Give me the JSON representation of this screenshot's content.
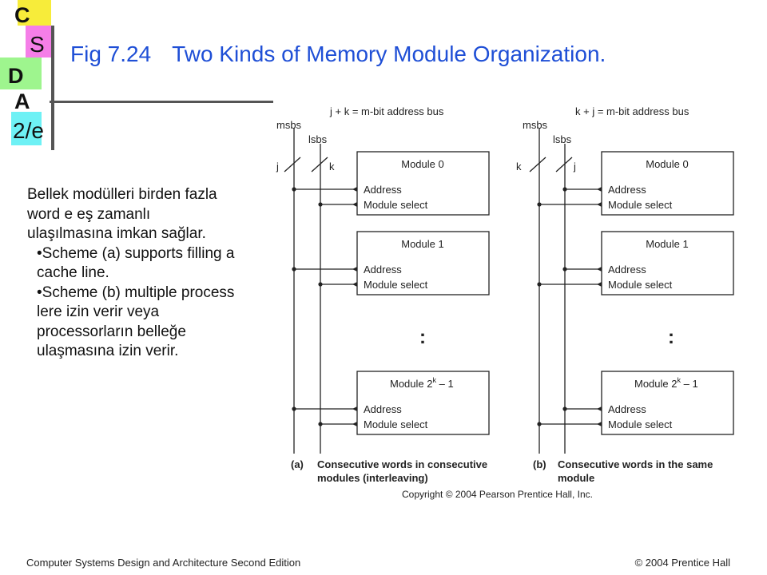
{
  "logo": {
    "letters": [
      "C",
      "S",
      "D",
      "A",
      "2/e"
    ],
    "colors": {
      "yellow": "#f7ec3a",
      "pink": "#f57ee8",
      "green": "#9ef58e",
      "cyan": "#6ef1f5"
    }
  },
  "title": {
    "number": "Fig 7.24",
    "text": "Two Kinds of Memory Module Organization."
  },
  "body_text": {
    "paragraph": "Bellek modülleri birden fazla word e eş zamanlı ulaşılmasına imkan sağlar.",
    "bullets": [
      "•Scheme (a) supports filling a cache line.",
      "•Scheme (b) multiple process lere izin verir veya processorların belleğe ulaşmasına izin verir."
    ]
  },
  "diagram": {
    "a": {
      "bus_label": "j + k = m-bit address bus",
      "msbs": "msbs",
      "lsbs": "lsbs",
      "left_bus_letter": "j",
      "right_bus_letter": "k",
      "modules": [
        {
          "name": "Module 0",
          "address": "Address",
          "select": "Module select"
        },
        {
          "name": "Module 1",
          "address": "Address",
          "select": "Module select"
        },
        {
          "name_base": "Module 2",
          "name_sup": "k",
          "name_tail": " – 1",
          "address": "Address",
          "select": "Module select"
        }
      ],
      "ellipsis": ":",
      "caption_tag": "(a)",
      "caption_line1": "Consecutive words in consecutive",
      "caption_line2": "modules (interleaving)"
    },
    "b": {
      "bus_label": "k + j = m-bit address bus",
      "msbs": "msbs",
      "lsbs": "lsbs",
      "left_bus_letter": "k",
      "right_bus_letter": "j",
      "modules": [
        {
          "name": "Module 0",
          "address": "Address",
          "select": "Module select"
        },
        {
          "name": "Module 1",
          "address": "Address",
          "select": "Module select"
        },
        {
          "name_base": "Module 2",
          "name_sup": "k",
          "name_tail": " – 1",
          "address": "Address",
          "select": "Module select"
        }
      ],
      "ellipsis": ":",
      "caption_tag": "(b)",
      "caption_line1": "Consecutive words in the same",
      "caption_line2": "module"
    },
    "copyright": "Copyright © 2004 Pearson Prentice Hall, Inc."
  },
  "footer": {
    "left": "Computer Systems Design and Architecture Second Edition",
    "right": "© 2004 Prentice Hall"
  }
}
